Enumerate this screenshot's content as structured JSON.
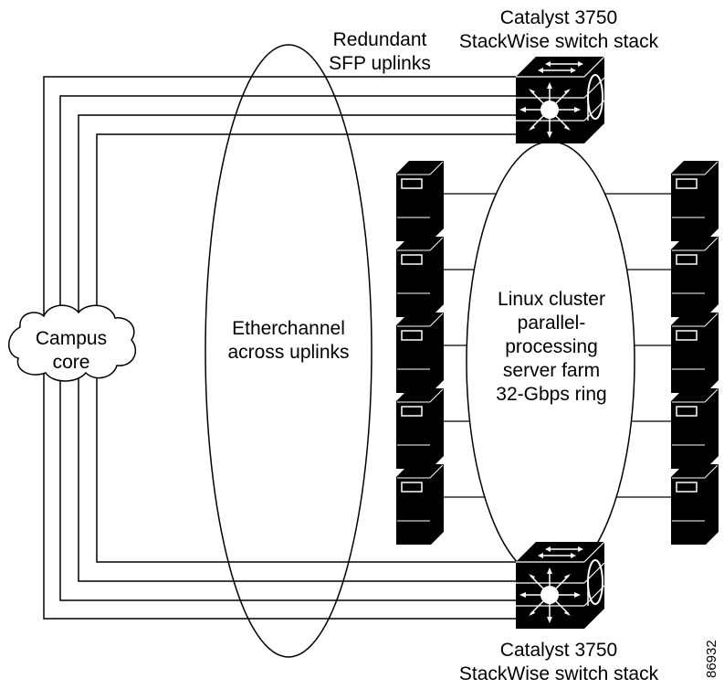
{
  "labels": {
    "top_switch": [
      "Catalyst 3750",
      "StackWise switch stack"
    ],
    "bottom_switch": [
      "Catalyst 3750",
      "StackWise switch stack"
    ],
    "uplinks": [
      "Redundant",
      "SFP uplinks"
    ],
    "etherchannel": [
      "Etherchannel",
      "across uplinks"
    ],
    "campus": [
      "Campus",
      "core"
    ],
    "cluster": [
      "Linux cluster",
      "parallel-",
      "processing",
      "server farm",
      "32-Gbps ring"
    ],
    "figure_id": "86932"
  },
  "icons": {
    "switch": "switch-stack-icon",
    "server": "server-icon",
    "cloud": "cloud-icon"
  },
  "colors": {
    "line": "#000000",
    "device": "#000000",
    "background": "#ffffff"
  }
}
